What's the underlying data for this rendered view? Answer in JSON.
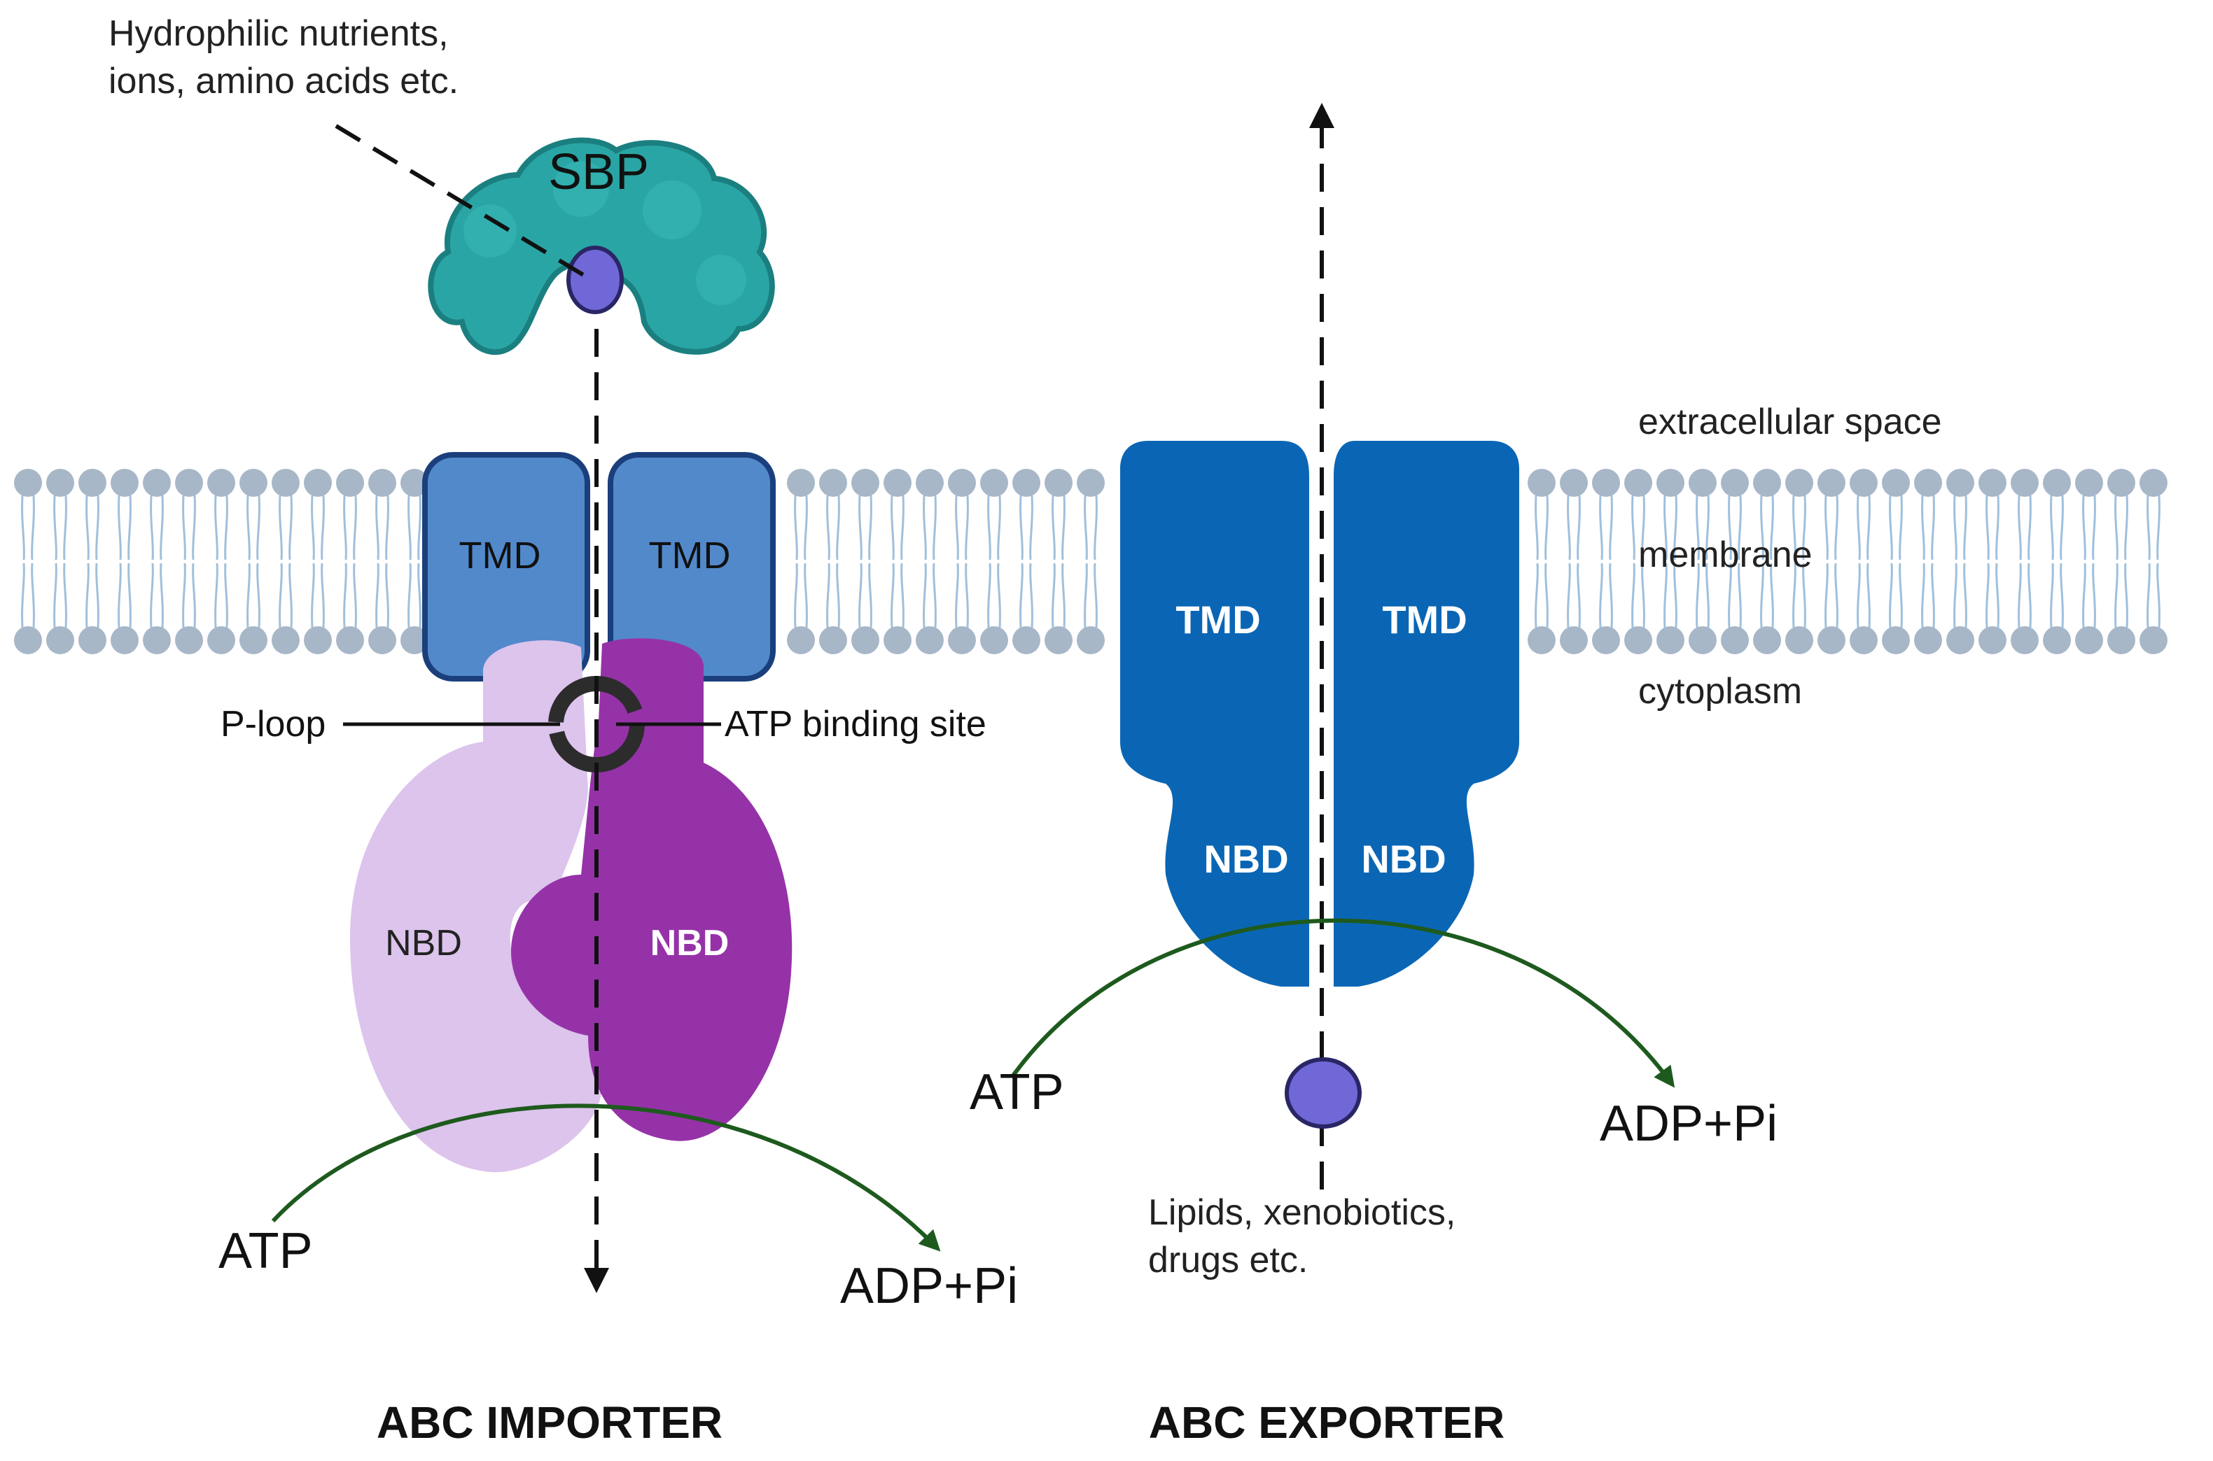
{
  "substrates": {
    "importer": [
      "Hydrophilic nutrients,",
      "ions, amino acids etc."
    ],
    "exporter": [
      "Lipids, xenobiotics,",
      "drugs etc."
    ]
  },
  "labels": {
    "sbp": "SBP",
    "tmd": "TMD",
    "nbd": "NBD",
    "p_loop": "P-loop",
    "atp_binding_site": "ATP binding site",
    "atp": "ATP",
    "adp_pi": "ADP+Pi"
  },
  "regions": {
    "extracellular": "extracellular space",
    "membrane": "membrane",
    "cytoplasm": "cytoplasm"
  },
  "titles": {
    "importer": "ABC IMPORTER",
    "exporter": "ABC EXPORTER"
  },
  "colors": {
    "sbp": "#2aa5a5",
    "sbp_dark": "#1b7f80",
    "substrate": "#6f68d6",
    "tmd_importer": "#5289cb",
    "tmd_importer_border": "#1a3f7c",
    "nbd_light": "#dcc4ec",
    "nbd_dark": "#9632a8",
    "exporter": "#0a66b5",
    "lipid_head": "#a7b7c8",
    "lipid_tail": "#9fc0dd",
    "hydrolysis_arrow": "#1e5a1e"
  }
}
